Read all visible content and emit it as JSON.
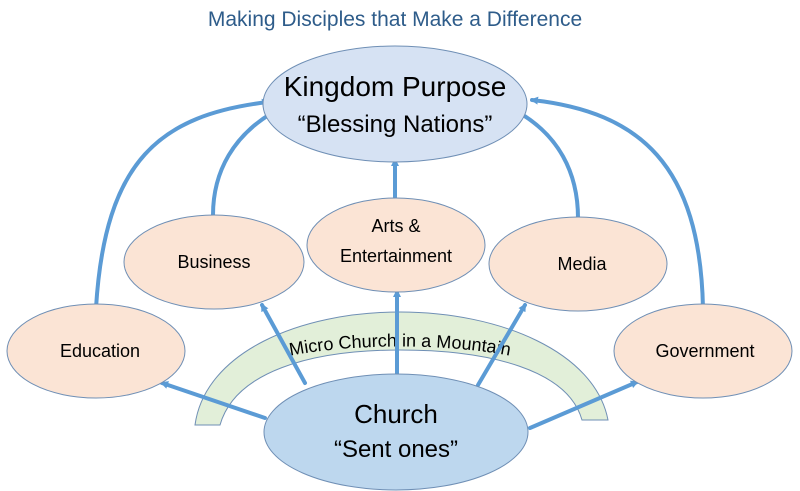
{
  "title": "Making Disciples that Make a Difference",
  "kingdom": {
    "line1": "Kingdom Purpose",
    "line2": "“Blessing Nations”"
  },
  "church": {
    "line1": "Church",
    "line2": "“Sent ones”"
  },
  "arc_label": "Micro Church in a Mountain",
  "spheres": {
    "education": "Education",
    "business": "Business",
    "arts_line1": "Arts &",
    "arts_line2": "Entertainment",
    "media": "Media",
    "government": "Government"
  },
  "colors": {
    "title": "#2e5c8a",
    "arrow": "#5b9bd5",
    "kingdom_fill": "#d6e2f3",
    "church_fill": "#bdd7ee",
    "sphere_fill": "#fbe4d5",
    "arc_fill": "#e2efd9",
    "outline": "#6f8fb5"
  }
}
